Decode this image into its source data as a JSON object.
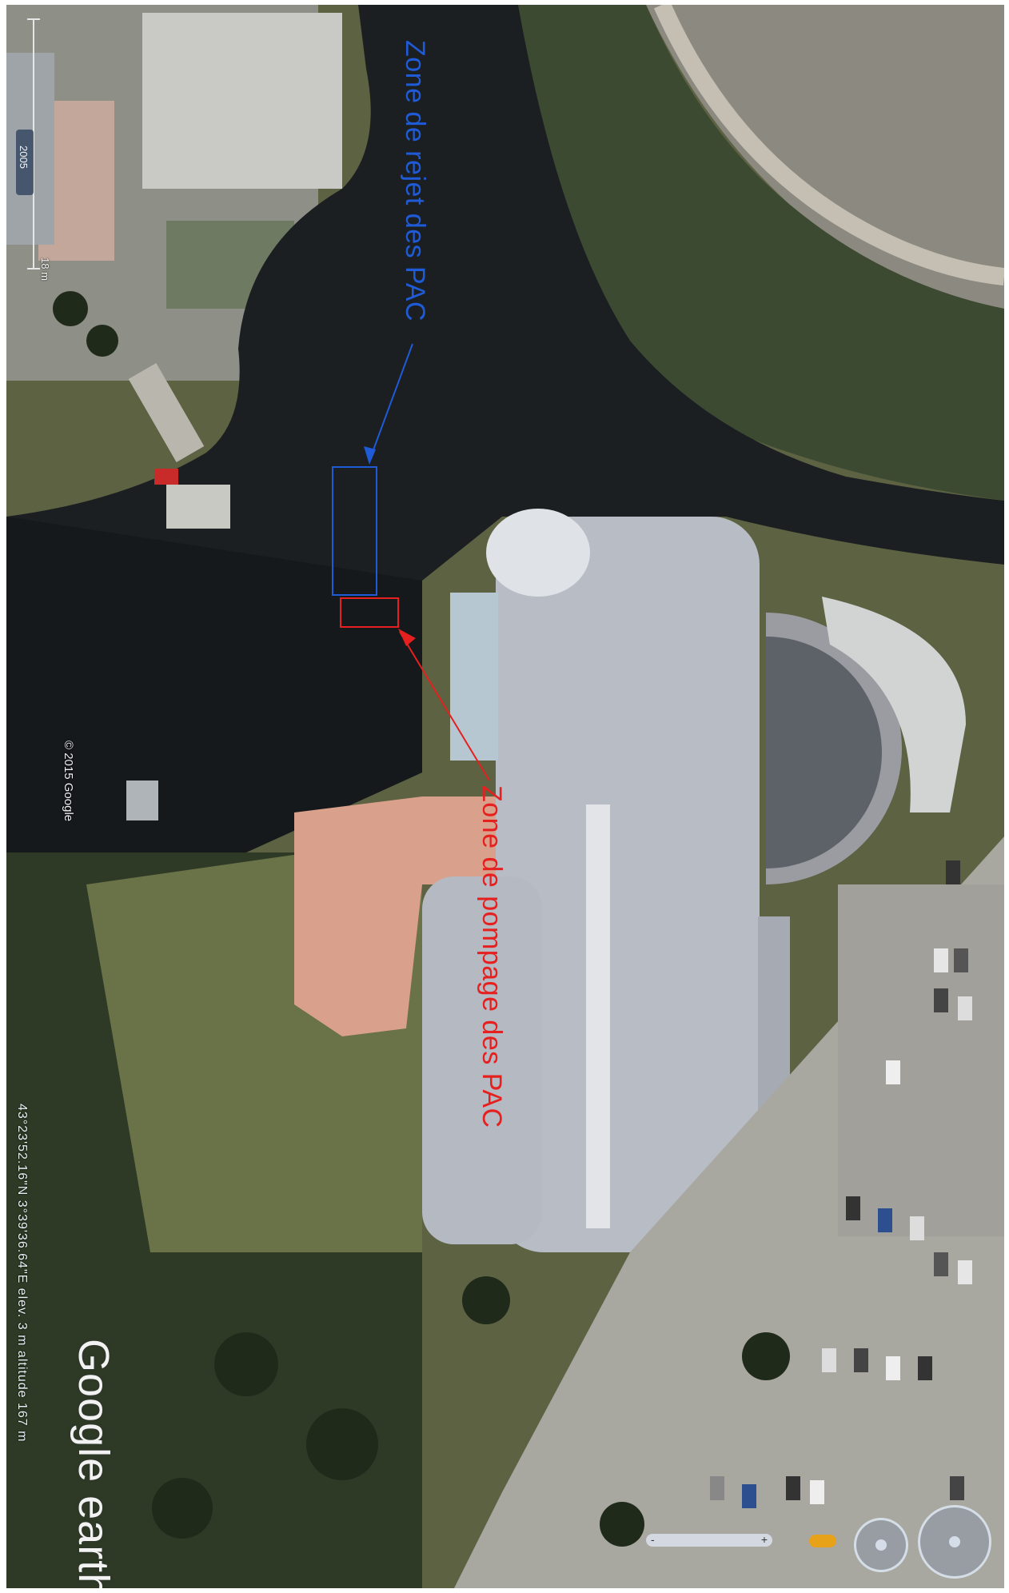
{
  "annotations": {
    "discharge_zone": "Zone de rejet des PAC",
    "pumping_zone": "Zone de pompage des PAC"
  },
  "footer": {
    "coordinates": "43°23'52.16\"N  3°39'36.64\"E  elev.  3 m  altitude  167 m"
  },
  "copyright": "© 2015 Google",
  "logo": "Google earth",
  "imagery_year": "2005",
  "scale_label": "18 m",
  "zoom": {
    "minus": "-",
    "plus": "+"
  },
  "colors": {
    "water": "#1b1f22",
    "roof": "#b8bcc4",
    "terrace": "#d9a08c",
    "grass": "#6c7a4a",
    "parking": "#a8a7a0",
    "discharge_annotation": "#1f5bd6",
    "pumping_annotation": "#e5201f"
  },
  "icons": {
    "navigation": "look-around-compass-icon",
    "move": "move-joystick-icon",
    "street_view": "pegman-icon"
  }
}
